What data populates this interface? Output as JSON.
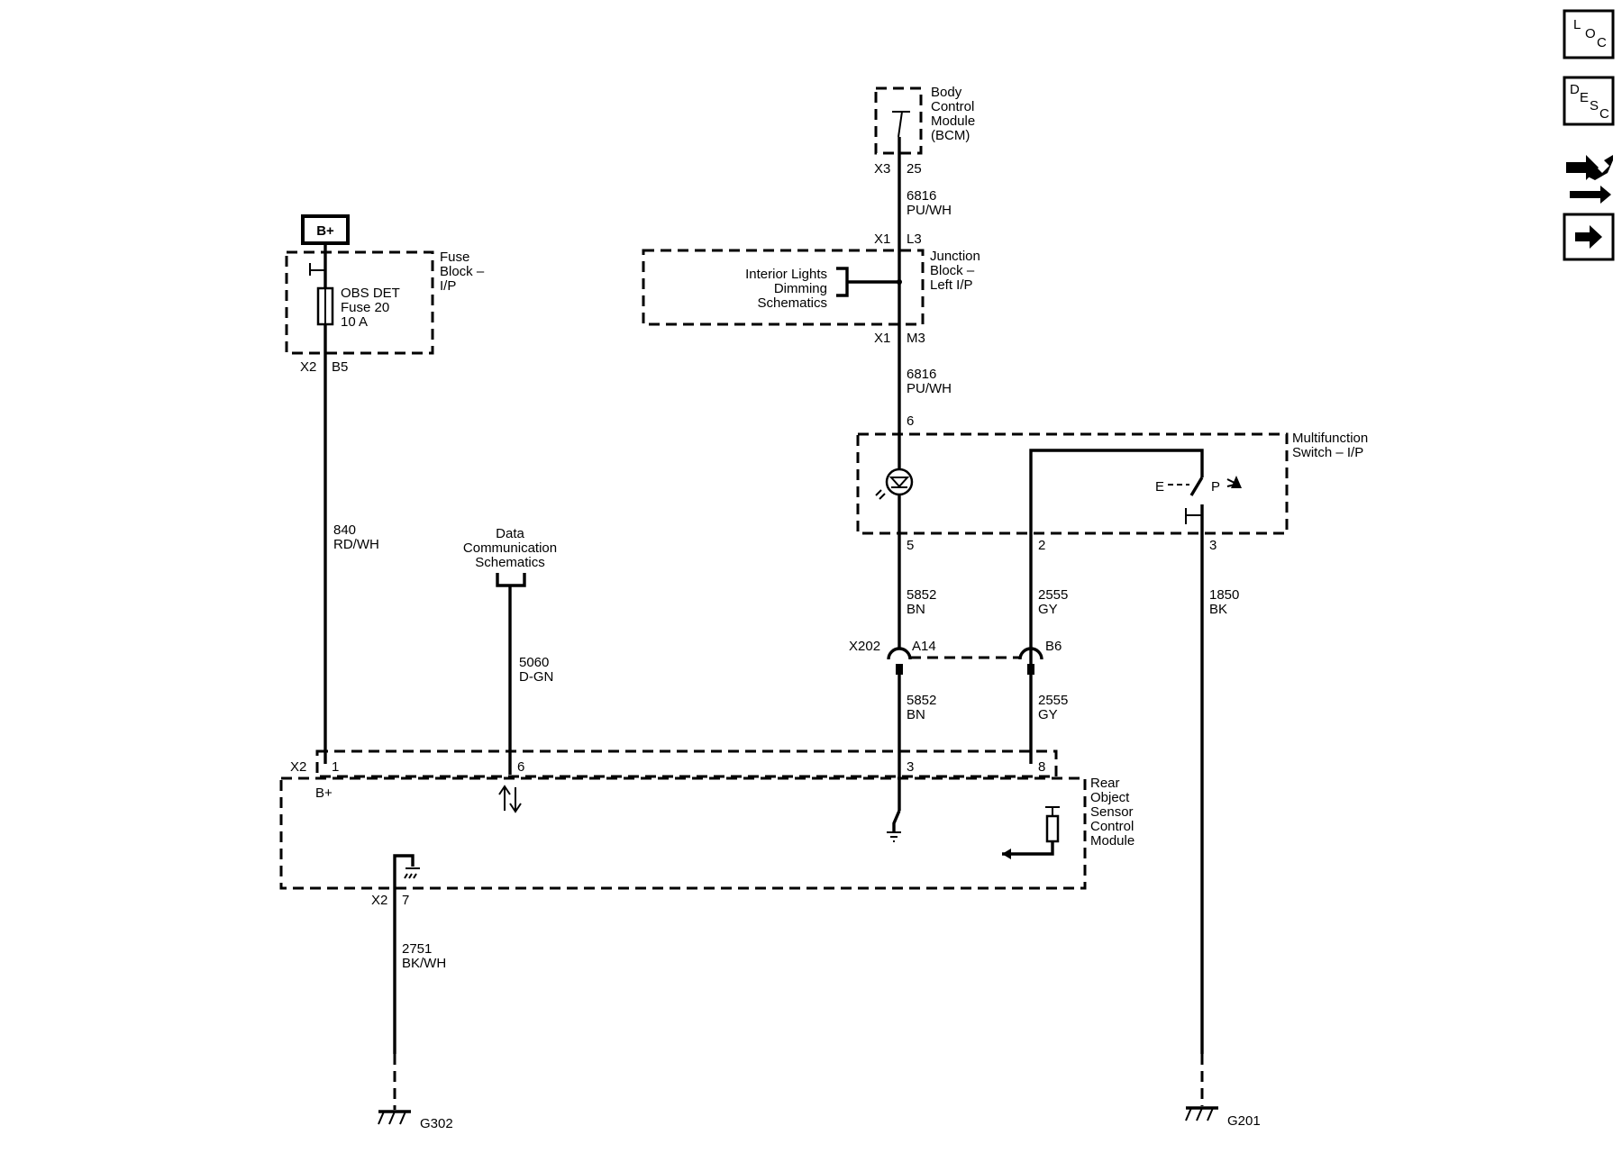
{
  "power": {
    "label": "B+"
  },
  "fuse_block": {
    "name_lines": [
      "Fuse",
      "Block –",
      "I/P"
    ],
    "fuse_lines": [
      "OBS DET",
      "Fuse 20",
      "10 A"
    ],
    "connector": "X2",
    "pin": "B5"
  },
  "bcm": {
    "name_lines": [
      "Body",
      "Control",
      "Module",
      "(BCM)"
    ],
    "connector": "X3",
    "pin": "25"
  },
  "junction_block": {
    "name_lines": [
      "Junction",
      "Block –",
      "Left I/P"
    ],
    "ref_lines": [
      "Interior Lights",
      "Dimming",
      "Schematics"
    ],
    "top_connector": "X1",
    "top_pin": "L3",
    "bottom_connector": "X1",
    "bottom_pin": "M3"
  },
  "multifunction_switch": {
    "name_lines": [
      "Multifunction",
      "Switch – I/P"
    ],
    "pin_in": "6",
    "pin_lamp": "5",
    "pin_signal": "2",
    "pin_ground": "3",
    "switch_left": "E",
    "switch_right": "P"
  },
  "data_comm": {
    "ref_lines": [
      "Data",
      "Communication",
      "Schematics"
    ]
  },
  "inline_connector": {
    "name": "X202",
    "pin_a": "A14",
    "pin_b": "B6"
  },
  "module": {
    "name_lines": [
      "Rear",
      "Object",
      "Sensor",
      "Control",
      "Module"
    ],
    "connector": "X2",
    "pin_power": "1",
    "pin_data": "6",
    "pin_lamp": "3",
    "pin_signal": "8",
    "pin_ground": "7",
    "internal_label": "B+"
  },
  "wires": {
    "w840": [
      "840",
      "RD/WH"
    ],
    "w6816a": [
      "6816",
      "PU/WH"
    ],
    "w6816b": [
      "6816",
      "PU/WH"
    ],
    "w5060": [
      "5060",
      "D-GN"
    ],
    "w5852a": [
      "5852",
      "BN"
    ],
    "w5852b": [
      "5852",
      "BN"
    ],
    "w2555a": [
      "2555",
      "GY"
    ],
    "w2555b": [
      "2555",
      "GY"
    ],
    "w1850": [
      "1850",
      "BK"
    ],
    "w2751": [
      "2751",
      "BK/WH"
    ]
  },
  "grounds": {
    "g302": "G302",
    "g201": "G201"
  },
  "nav": {
    "loc": [
      "L",
      "O",
      "C"
    ],
    "desc": [
      "D",
      "E",
      "S",
      "C"
    ]
  }
}
